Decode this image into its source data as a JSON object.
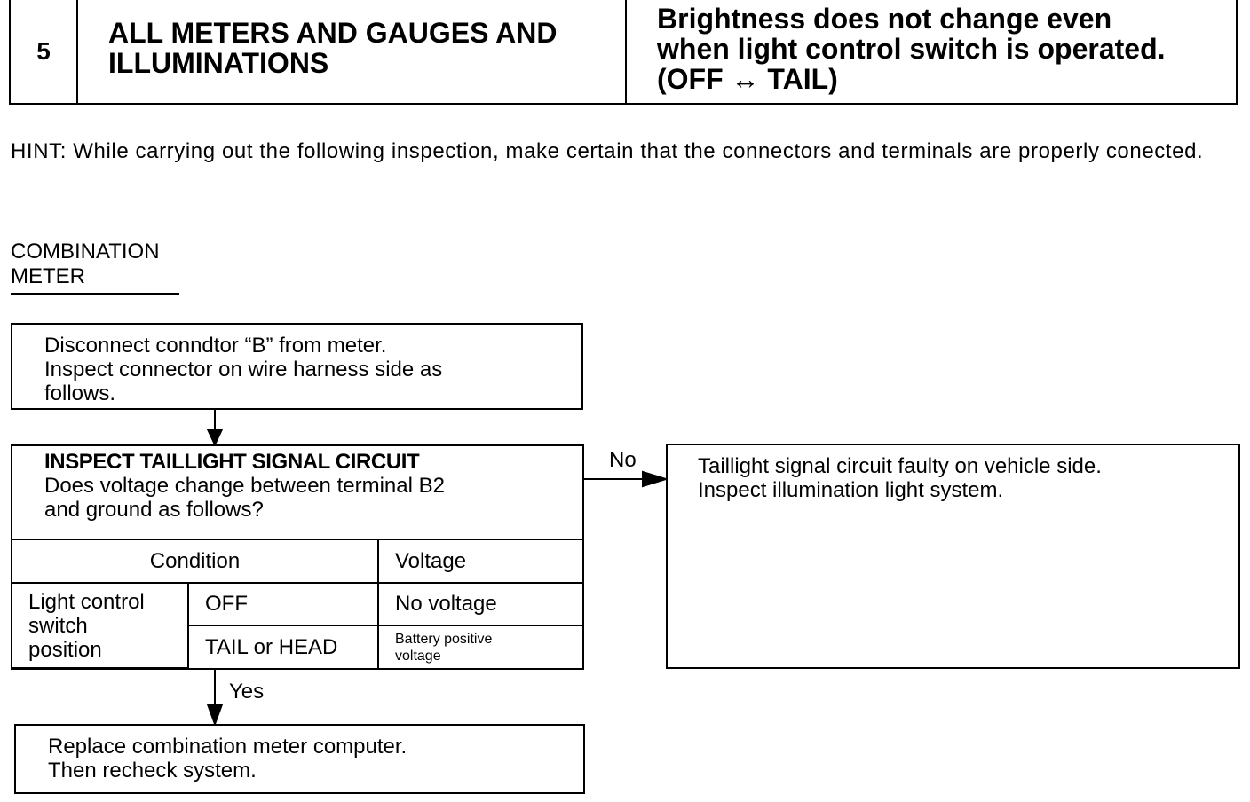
{
  "header": {
    "number": "5",
    "title_lines": [
      "ALL METERS AND GAUGES AND",
      "ILLUMINATIONS"
    ],
    "symptom_lines": [
      "Brightness does not change even",
      "when light control switch is operated.",
      "(OFF ↔ TAIL)"
    ]
  },
  "hint": "HINT:  While carrying out the following inspection, make certain that the connectors and terminals are properly conected.",
  "section": {
    "line1": "COMBINATION",
    "line2": "METER"
  },
  "step1": {
    "lines": [
      "Disconnect conndtor “B” from meter.",
      "Inspect connector on wire harness side as",
      "follows."
    ]
  },
  "step2": {
    "heading": "INSPECT TAILLIGHT SIGNAL CIRCUIT",
    "question_lines": [
      "Does voltage change between terminal B2",
      "and ground as follows?"
    ],
    "table": {
      "col_condition": "Condition",
      "col_voltage": "Voltage",
      "row_label_lines": [
        "Light control",
        "switch",
        "position"
      ],
      "rows": [
        {
          "position": "OFF",
          "voltage": "No voltage"
        },
        {
          "position": "TAIL or HEAD",
          "voltage_lines": [
            "Battery positive",
            "voltage"
          ]
        }
      ]
    }
  },
  "branch": {
    "no_label": "No",
    "yes_label": "Yes"
  },
  "result_no": {
    "lines": [
      "Taillight signal circuit faulty on vehicle side.",
      "Inspect illumination light system."
    ]
  },
  "step3": {
    "lines": [
      "Replace combination meter computer.",
      "Then recheck system."
    ]
  }
}
